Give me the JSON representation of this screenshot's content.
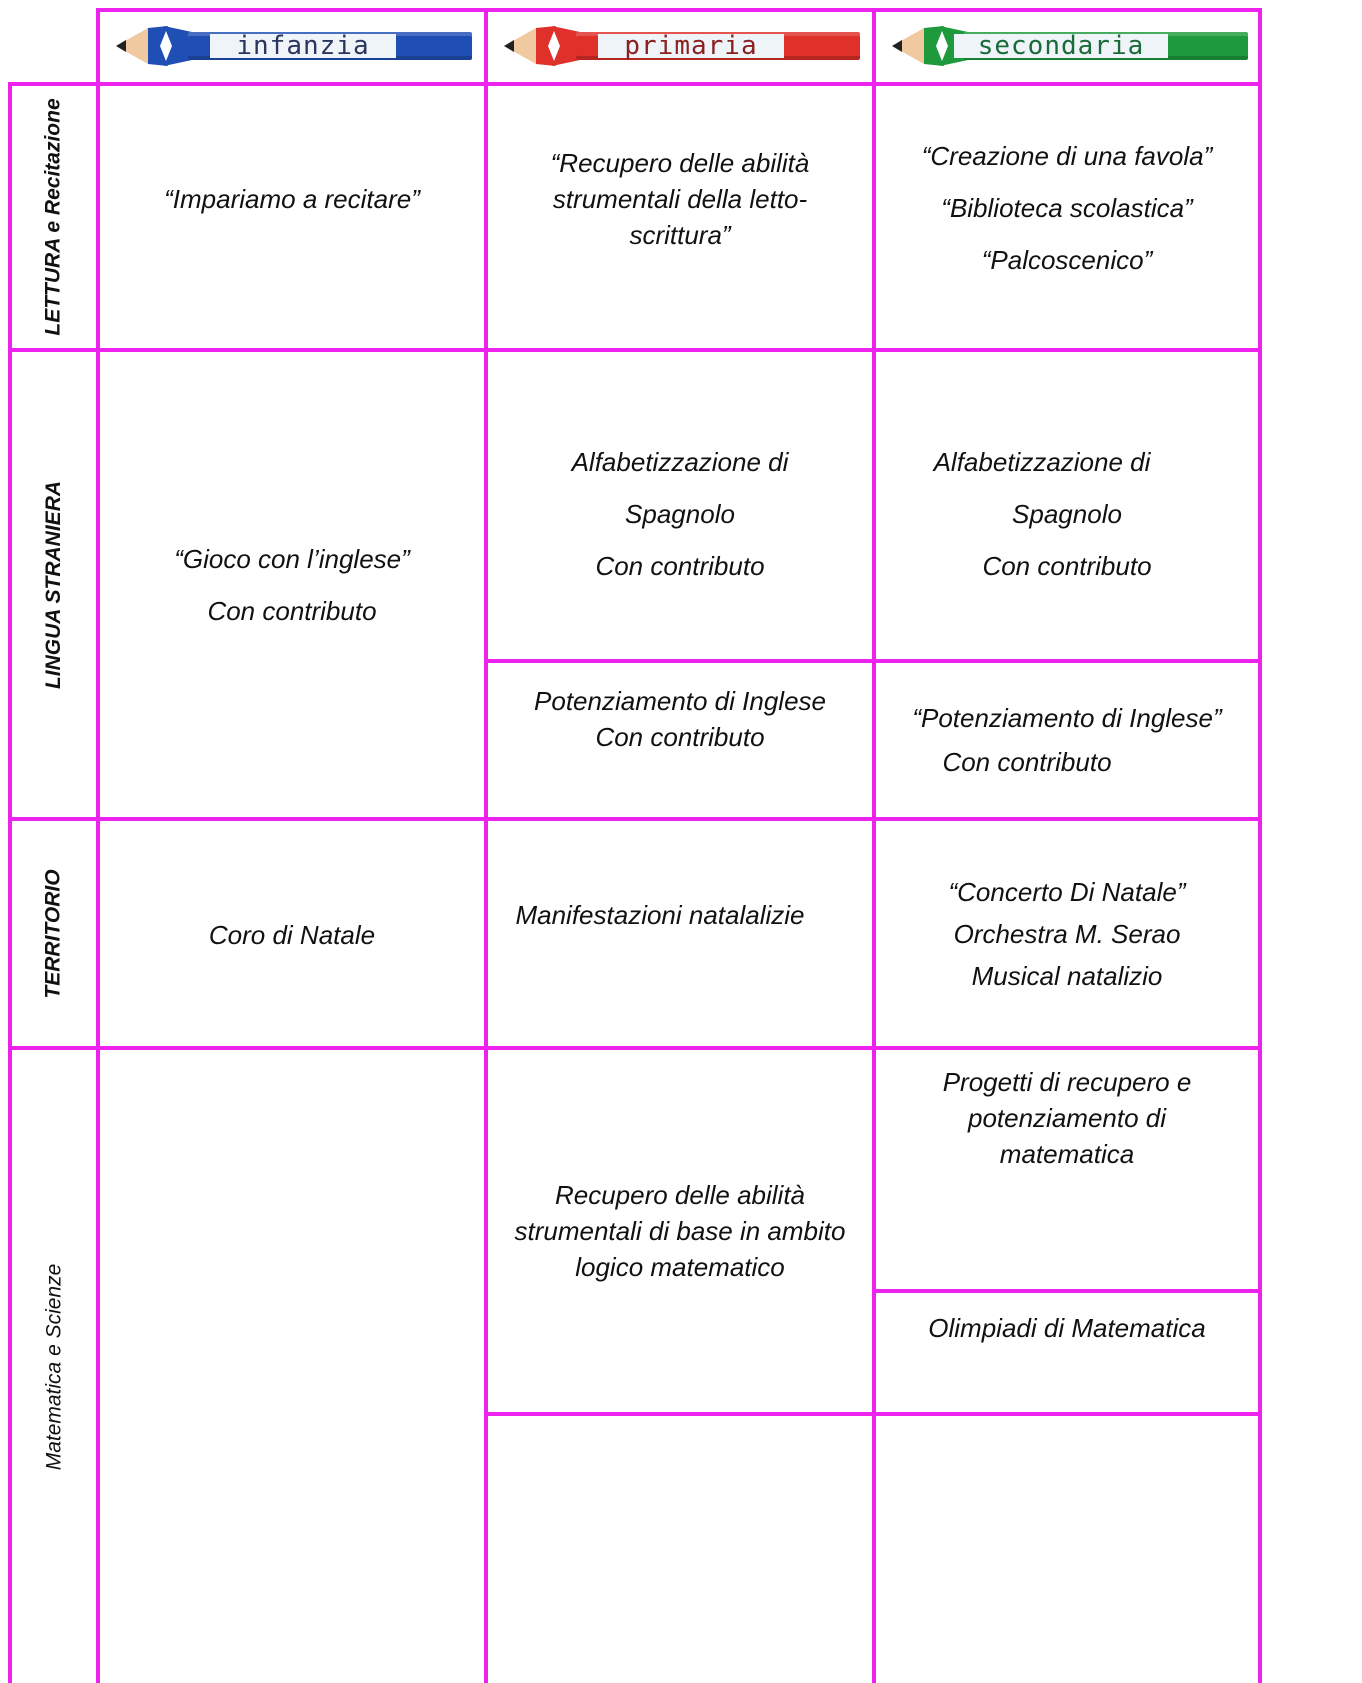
{
  "header": {
    "columns": [
      {
        "label": "infanzia",
        "color": "#1f4fb4"
      },
      {
        "label": "primaria",
        "color": "#e0302a"
      },
      {
        "label": "secondaria",
        "color": "#1e9a3c"
      }
    ]
  },
  "rows": [
    {
      "label": "LETTURA e Recitazione",
      "infanzia": [
        "“Impariamo a recitare”"
      ],
      "primaria": [
        "“Recupero delle abilità",
        "strumentali della letto-",
        "scrittura”"
      ],
      "secondaria": [
        "“Creazione di una favola”",
        "“Biblioteca scolastica”",
        "“Palcoscenico”"
      ]
    },
    {
      "label": "LINGUA STRANIERA",
      "infanzia": [
        "“Gioco con l’inglese”",
        "Con contributo"
      ],
      "primaria_a": [
        "Alfabetizzazione di",
        "Spagnolo",
        "Con contributo"
      ],
      "secondaria_a": [
        "Alfabetizzazione di",
        "Spagnolo",
        "Con contributo"
      ],
      "primaria_b": [
        "Potenziamento di Inglese",
        "Con contributo"
      ],
      "secondaria_b": [
        "“Potenziamento di Inglese”",
        "Con contributo"
      ]
    },
    {
      "label": "TERRITORIO",
      "infanzia": [
        "Coro di Natale"
      ],
      "primaria": [
        "Manifestazioni natalalizie"
      ],
      "secondaria": [
        "“Concerto Di Natale”",
        "Orchestra M. Serao",
        "Musical natalizio"
      ]
    },
    {
      "label": "Matematica e Scienze",
      "infanzia": [],
      "primaria_a": [
        "Recupero delle abilità",
        "strumentali di base in ambito",
        "logico matematico"
      ],
      "secondaria_a": [
        "Progetti di recupero e",
        "potenziamento di",
        "matematica"
      ],
      "secondaria_b": [
        "Olimpiadi di Matematica"
      ]
    }
  ]
}
